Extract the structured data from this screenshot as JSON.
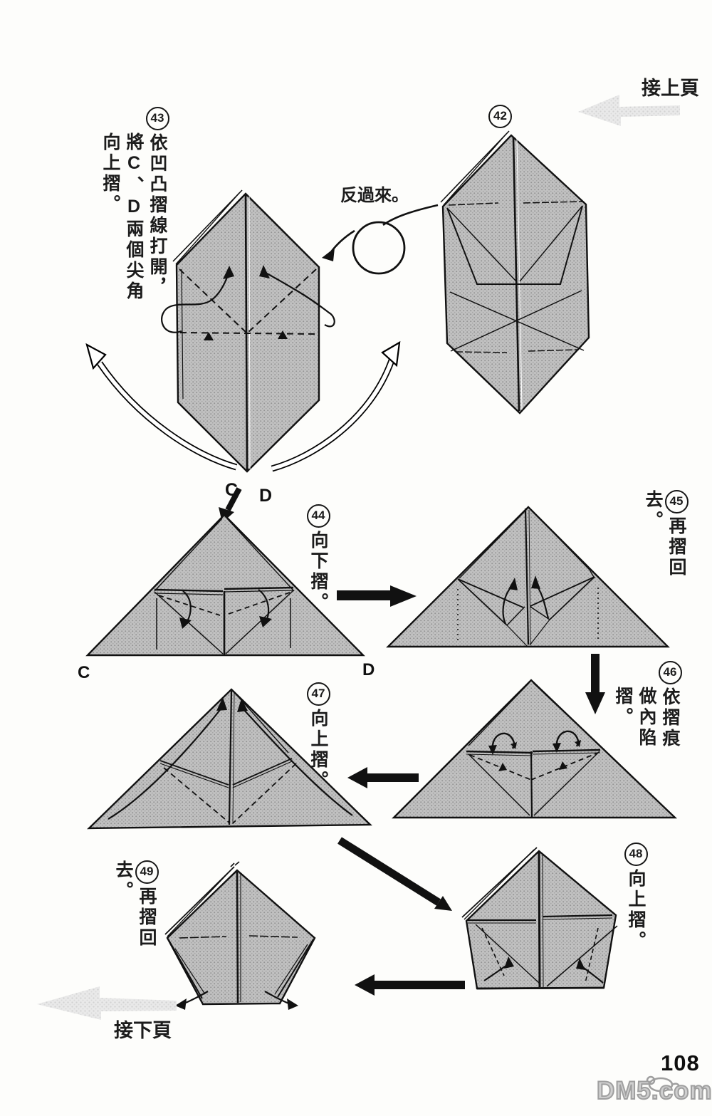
{
  "page": {
    "prev_page_label": "接上頁",
    "next_page_label": "接下頁",
    "flip_label": "反過來。",
    "page_number": "108",
    "watermark": "DM5.com"
  },
  "labels": {
    "c": "C",
    "d": "D"
  },
  "steps": {
    "s42": {
      "num": "42"
    },
    "s43": {
      "num": "43",
      "caption": [
        "依凹凸摺線打開，",
        "將C、D兩個尖角",
        "向上摺。"
      ]
    },
    "s44": {
      "num": "44",
      "caption": [
        "向下摺。"
      ]
    },
    "s45": {
      "num": "45",
      "caption": [
        "再摺回去。"
      ]
    },
    "s46": {
      "num": "46",
      "caption": [
        "依摺痕",
        "做內陷摺。"
      ]
    },
    "s47": {
      "num": "47",
      "caption": [
        "向上摺。"
      ]
    },
    "s48": {
      "num": "48",
      "caption": [
        "向上摺。"
      ]
    },
    "s49": {
      "num": "49",
      "caption": [
        "再摺回去。"
      ]
    }
  }
}
